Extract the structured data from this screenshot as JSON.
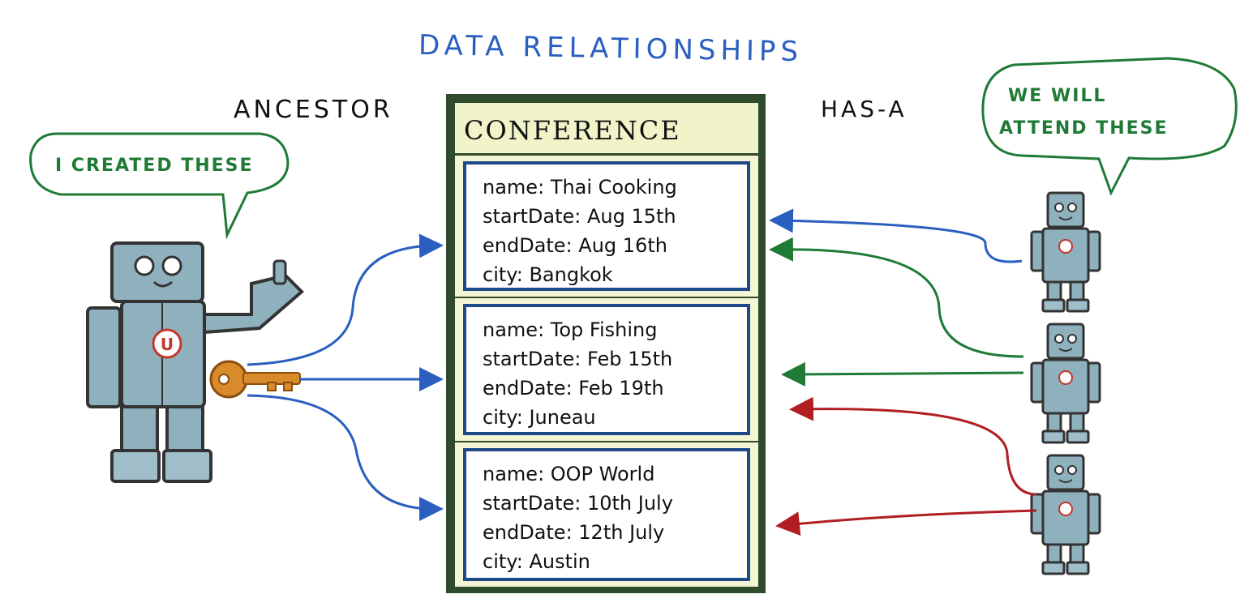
{
  "title": "DATA RELATIONSHIPS",
  "labels": {
    "ancestor": "ANCESTOR",
    "has_a": "HAS-A"
  },
  "bubbles": {
    "left": "I CREATED THESE",
    "right_line1": "WE WILL",
    "right_line2": "ATTEND THESE"
  },
  "conference": {
    "title": "CONFERENCE",
    "entities": [
      {
        "name": "name: Thai Cooking",
        "startDate": "startDate: Aug 15th",
        "endDate": "endDate: Aug 16th",
        "city": "city: Bangkok"
      },
      {
        "name": "name: Top Fishing",
        "startDate": "startDate: Feb 15th",
        "endDate": "endDate: Feb 19th",
        "city": "city: Juneau"
      },
      {
        "name": "name: OOP World",
        "startDate": "startDate: 10th July",
        "endDate": "endDate: 12th July",
        "city": "city: Austin"
      }
    ]
  },
  "colors": {
    "blue": "#2a5fc0",
    "green": "#1f7a36",
    "red": "#b01e22",
    "frame": "#2f4a2c",
    "key": "#d98a2b",
    "robot": "#8fb1bd"
  },
  "icons": [
    "robot-ancestor-icon",
    "key-icon",
    "robot-attendee-icon"
  ]
}
